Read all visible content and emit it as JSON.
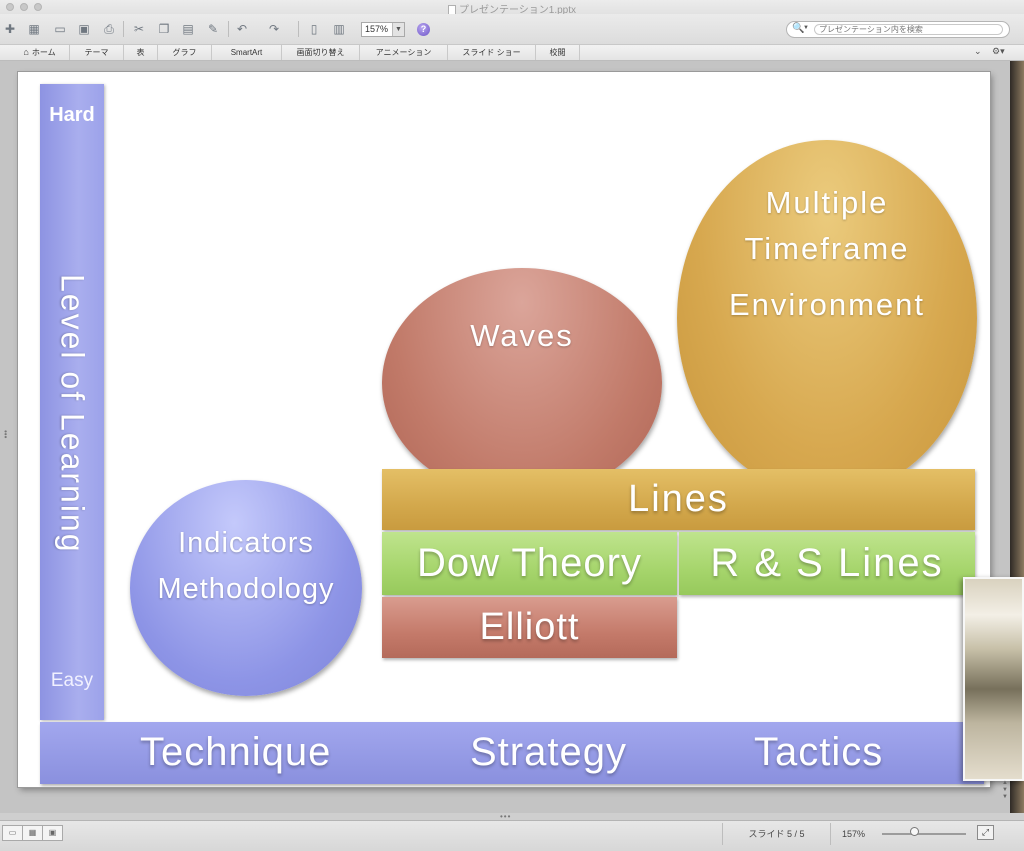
{
  "window": {
    "title": "プレゼンテーション1.pptx"
  },
  "toolbar": {
    "zoom_value": "157%",
    "search_placeholder": "プレゼンテーション内を検索"
  },
  "ribbon": {
    "tabs": [
      {
        "label": "ホーム"
      },
      {
        "label": "テーマ"
      },
      {
        "label": "表"
      },
      {
        "label": "グラフ"
      },
      {
        "label": "SmartArt"
      },
      {
        "label": "画面切り替え"
      },
      {
        "label": "アニメーション"
      },
      {
        "label": "スライド ショー"
      },
      {
        "label": "校閲"
      }
    ]
  },
  "slide": {
    "axis_vertical": {
      "top_label": "Hard",
      "bottom_label": "Easy",
      "title": "Level of Learning"
    },
    "axis_horizontal": {
      "categories": [
        "Technique",
        "Strategy",
        "Tactics"
      ]
    },
    "bubbles": {
      "indicators": [
        "Indicators",
        "Methodology"
      ],
      "waves": "Waves",
      "multiple": [
        "Multiple",
        "Timeframe",
        "Environment"
      ]
    },
    "bars": {
      "lines": "Lines",
      "dow_theory": "Dow Theory",
      "rs_lines": "R & S Lines",
      "elliott": "Elliott"
    },
    "colors": {
      "blue": "#8d94e6",
      "red": "#c17a69",
      "gold": "#d7a84f",
      "green": "#a6d56c"
    }
  },
  "statusbar": {
    "slide_indicator": "スライド 5 / 5",
    "zoom": "157%"
  }
}
